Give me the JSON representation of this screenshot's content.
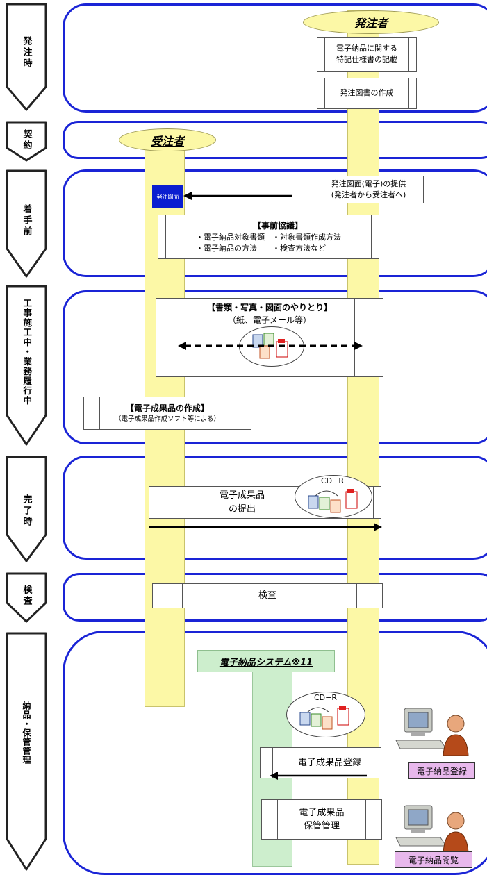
{
  "phases": [
    {
      "id": "ordering",
      "label": "発注時"
    },
    {
      "id": "contract",
      "label": "契約"
    },
    {
      "id": "before_start",
      "label": "着手前"
    },
    {
      "id": "during",
      "label": "工事施工中・業務履行中"
    },
    {
      "id": "completion",
      "label": "完了時"
    },
    {
      "id": "inspection",
      "label": "検査"
    },
    {
      "id": "delivery",
      "label": "納品・保管管理"
    }
  ],
  "actors": {
    "orderer": "発注者",
    "contractor": "受注者",
    "system": "電子納品システム※11"
  },
  "boxes": {
    "spec_line1": "電子納品に関する",
    "spec_line2": "特記仕様書の記載",
    "drawing_creation": "発注図書の作成",
    "drawing_provide_line1": "発注図面(電子)の提供",
    "drawing_provide_line2": "(発注者から受注者へ)",
    "drawing_badge": "発注図面",
    "pre_title": "【事前協議】",
    "pre_line1": "・電子納品対象書類　・対象書類作成方法",
    "pre_line2": "・電子納品の方法　　・検査方法など",
    "exchange_title": "【書類・写真・図面のやりとり】",
    "exchange_sub": "（紙、電子メール等）",
    "create_title": "【電子成果品の作成】",
    "create_sub": "（電子成果品作成ソフト等による）",
    "submit_line1": "電子成果品",
    "submit_line2": "の提出",
    "cdr": "CD−R",
    "inspection": "検査",
    "register": "電子成果品登録",
    "storage_line1": "電子成果品",
    "storage_line2": "保管管理",
    "tag_register": "電子納品登録",
    "tag_view": "電子納品閲覧"
  },
  "colors": {
    "panel_border": "#1a24d6",
    "lane_yellow": "#fcf8a6",
    "lane_green": "#cdeecd",
    "badge_blue": "#0a1ed0",
    "tag_pink": "#e8b8ec"
  }
}
